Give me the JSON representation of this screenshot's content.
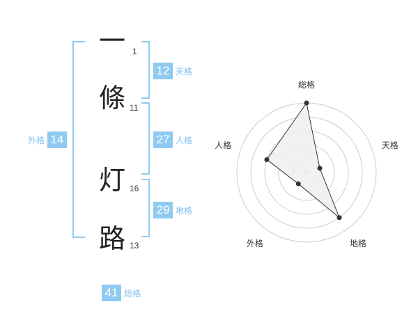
{
  "name": {
    "chars": [
      {
        "char": "一",
        "strokes": "1"
      },
      {
        "char": "條",
        "strokes": "11"
      },
      {
        "char": "灯",
        "strokes": "16"
      },
      {
        "char": "路",
        "strokes": "13"
      }
    ]
  },
  "fortune": {
    "tenkaku": {
      "value": "12",
      "label": "天格"
    },
    "jinkaku": {
      "value": "27",
      "label": "人格"
    },
    "chikaku": {
      "value": "29",
      "label": "地格"
    },
    "gaikaku": {
      "value": "14",
      "label": "外格"
    },
    "soukaku": {
      "value": "41",
      "label": "総格"
    }
  },
  "chart_data": {
    "type": "radar",
    "axes": [
      "総格",
      "天格",
      "地格",
      "外格",
      "人格"
    ],
    "values": [
      5,
      1,
      4,
      1,
      3
    ],
    "range": [
      0,
      5
    ],
    "grid_rings": 5,
    "colors": {
      "fill": "#eeeeee",
      "stroke": "#333333",
      "point": "#333333",
      "grid": "#cccccc"
    }
  }
}
